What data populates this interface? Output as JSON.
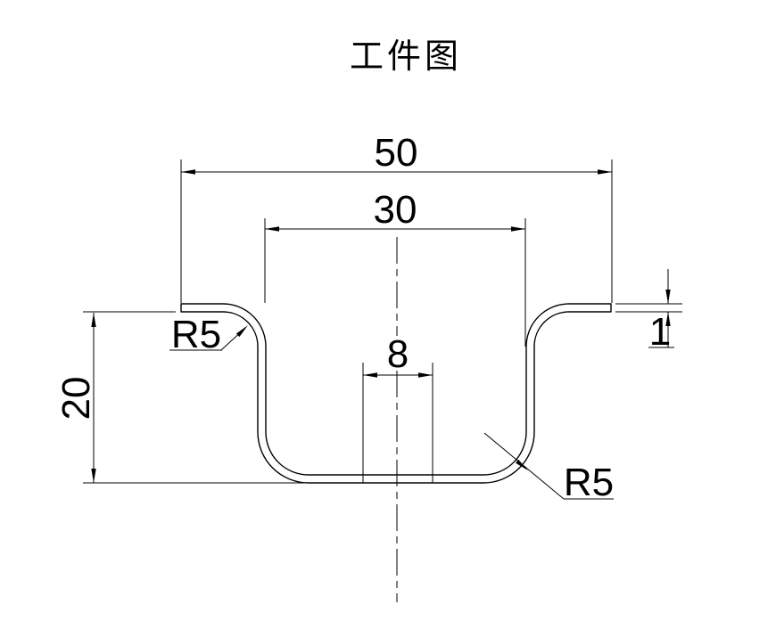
{
  "title": "工件图",
  "dimensions": {
    "overall_width": "50",
    "opening_width": "30",
    "bottom_width": "8",
    "height": "20",
    "thickness": "1",
    "left_radius": "R5",
    "right_radius": "R5"
  },
  "colors": {
    "line": "#000000",
    "background": "#ffffff"
  }
}
